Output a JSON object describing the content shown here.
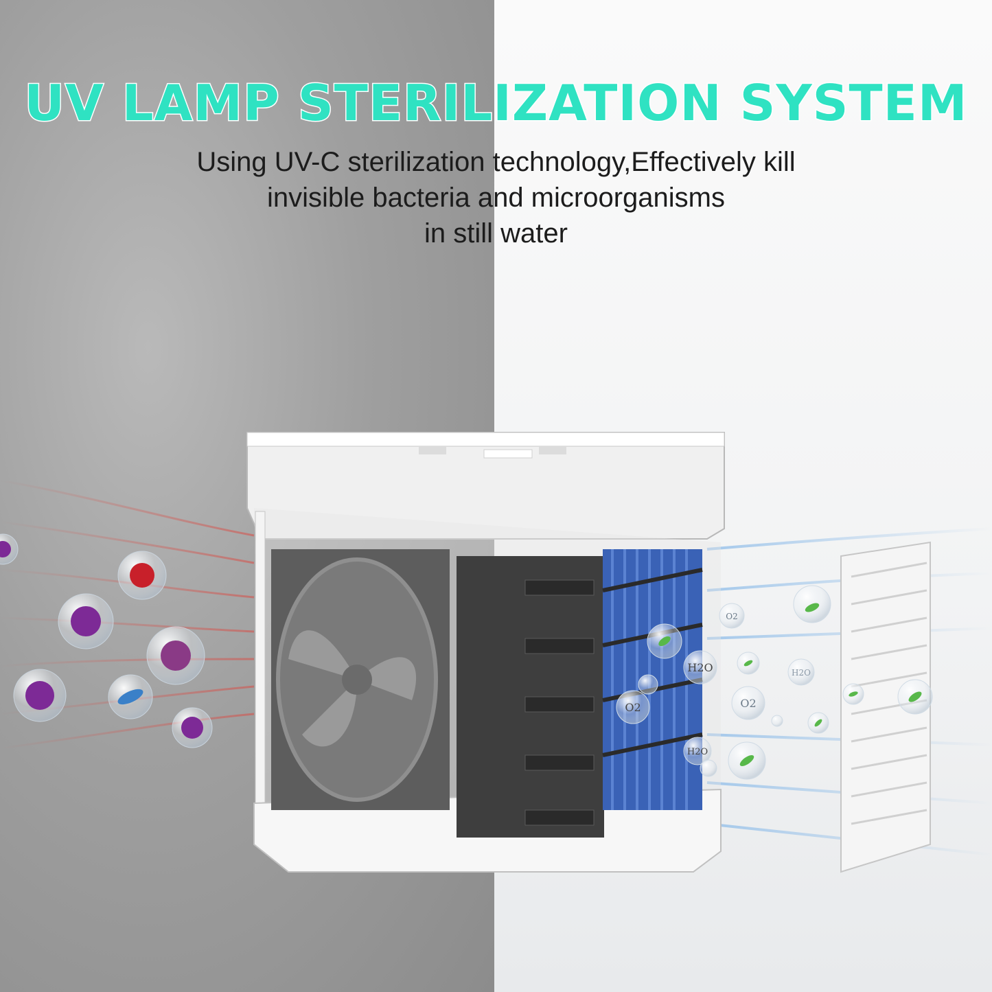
{
  "headline": "UV LAMP STERILIZATION SYSTEM",
  "description": {
    "line1": "Using UV-C sterilization technology,Effectively kill",
    "line2": "invisible bacteria and microorganisms",
    "line3": "in still water"
  },
  "molecules": {
    "h2o": "H2O",
    "o2": "O2"
  },
  "colors": {
    "headline": "#2fe2c2",
    "bacteria_purple": "#7d2a96",
    "bacteria_red": "#c8202a",
    "filter_blue": "#3a62b6",
    "airflow_blue": "#9cc4ea",
    "leaf_green": "#58b84a"
  },
  "icons": [
    "virus-bubble-icon",
    "bacteria-bubble-icon",
    "leaf-bubble-icon",
    "molecule-bubble-icon"
  ]
}
